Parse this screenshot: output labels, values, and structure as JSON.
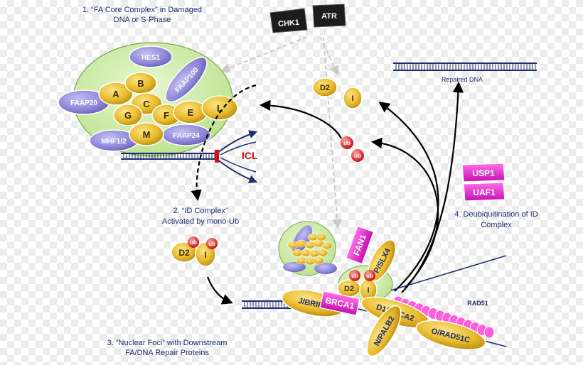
{
  "steps": {
    "step1_line1": "1. “FA Core Complex” in Damaged",
    "step1_line2": "DNA or S-Phase",
    "step2_line1": "2. “ID Complex”",
    "step2_line2": "Activated by mono-Ub",
    "step3_line1": "3. “Nuclear Foci” with Downstream",
    "step3_line2": "FA/DNA Repair Proteins",
    "step4_line1": "4. Deubiquitination of ID",
    "step4_line2": "Complex"
  },
  "kinases": {
    "chk1": "CHK1",
    "atr": "ATR"
  },
  "core_complex": {
    "hes1": "HES1",
    "faap100": "FAAP100",
    "faap20": "FAAP20",
    "mhf": "MHF1/2",
    "faap24": "FAAP24",
    "a": "A",
    "b": "B",
    "c": "C",
    "e": "E",
    "f": "F",
    "g": "G",
    "l": "L",
    "m": "M"
  },
  "id_proteins": {
    "d2": "D2",
    "i": "I",
    "ub": "ub"
  },
  "labels": {
    "icl": "ICL",
    "repaired_dna": "Repaired DNA",
    "usp1": "USP1",
    "uaf1": "UAF1",
    "fan1": "FAN1",
    "brca1": "BRCA1",
    "p_slx4": "P/SLX4",
    "j_brip1": "J/BRIP1",
    "d1_brca2": "D1/BRCA2",
    "n_palb2": "N/PALB2",
    "o_rad51c": "O/RAD51C",
    "rad51": "RAD51"
  },
  "colors": {
    "gold": "#e9bc2c",
    "lavender": "#8e86d8",
    "magenta": "#e22ad0",
    "green_blob": "#c8eda0",
    "red_mark": "#cc1111",
    "navy_text": "#1f2e6e"
  }
}
